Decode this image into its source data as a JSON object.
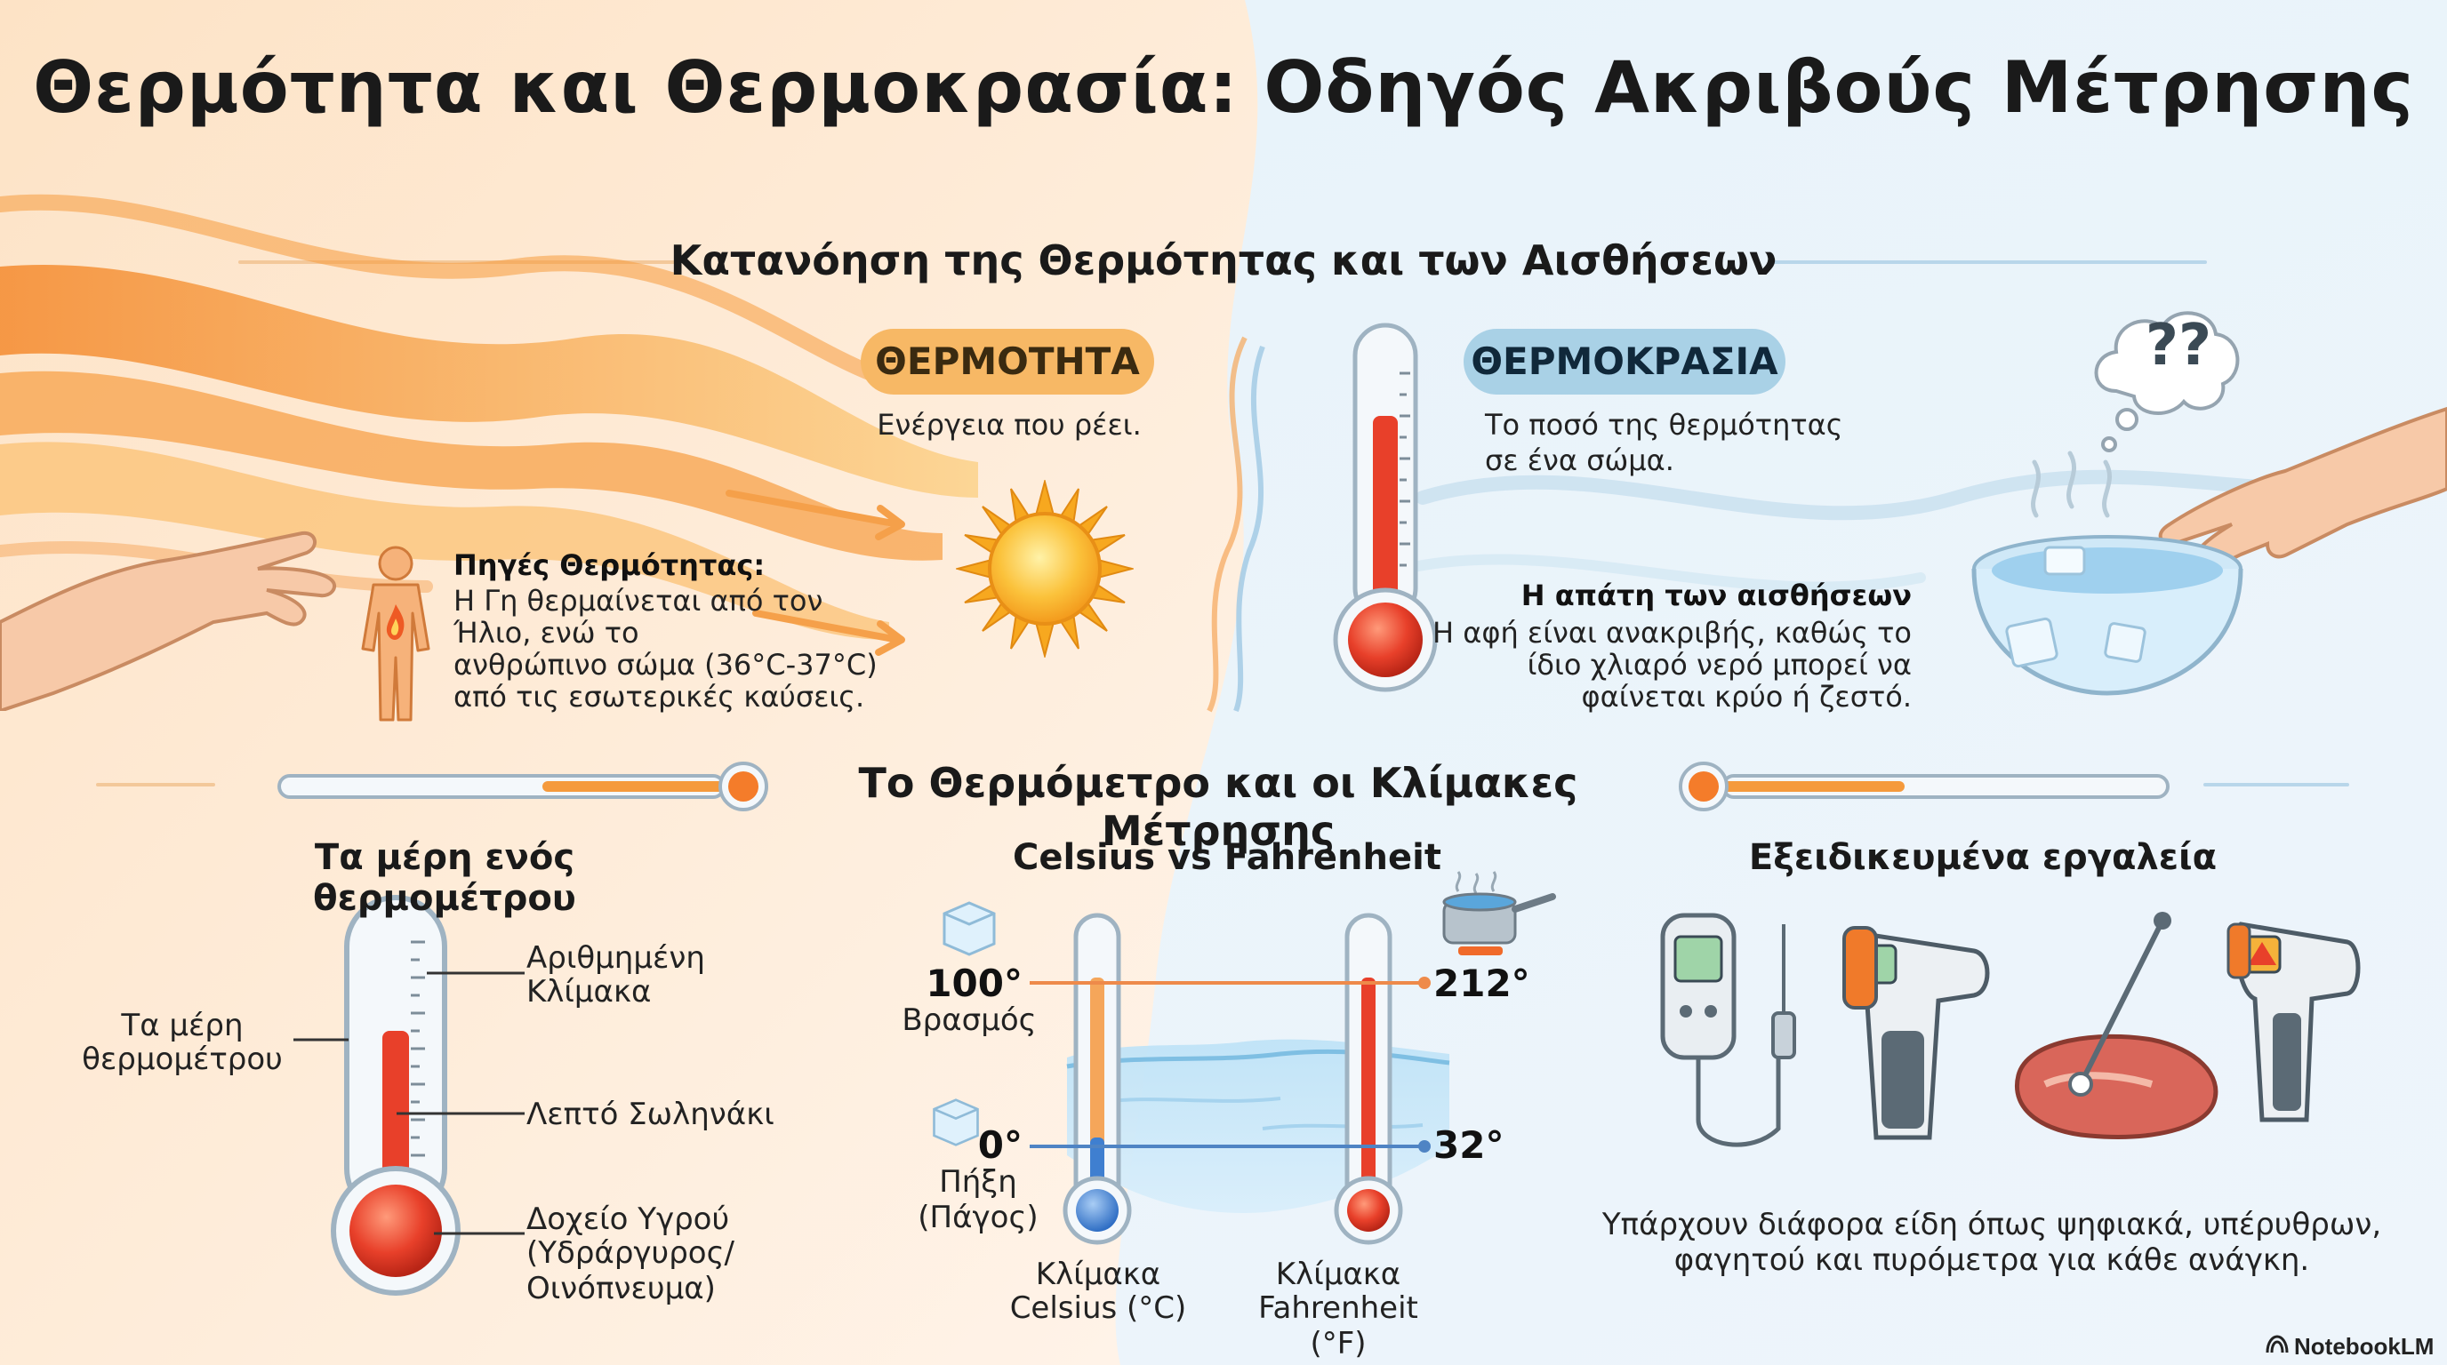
{
  "title": "Θερμότητα και Θερμοκρασία: Οδηγός Ακριβούς Μέτρησης",
  "section1": {
    "title": "Κατανόηση της Θερμότητας και των Αισθήσεων",
    "heat_pill": "ΘΕΡΜΟΤΗΤΑ",
    "heat_desc": "Ενέργεια που ρέει.",
    "temp_pill": "ΘΕΡΜΟΚΡΑΣΙΑ",
    "temp_desc_1": "Το ποσό της θερμότητας",
    "temp_desc_2": "σε ένα σώμα.",
    "sources_title": "Πηγές Θερμότητας:",
    "sources_lines": [
      "Η Γη θερμαίνεται από τον",
      "Ήλιο, ενώ το",
      "ανθρώπινο σώμα (36°C-37°C)",
      "από τις εσωτερικές καύσεις."
    ],
    "illusion_title": "Η απάτη των αισθήσεων",
    "illusion_lines": [
      "Η αφή είναι ανακριβής, καθώς το",
      "ίδιο χλιαρό νερό μπορεί να",
      "φαίνεται κρύο ή ζεστό."
    ],
    "thought_text": "??"
  },
  "section2": {
    "title": "Το Θερμόμετρο και οι Κλίμακες Μέτρησης",
    "parts": {
      "title": "Τα μέρη ενός θερμομέτρου",
      "left_label": [
        "Τα μέρη",
        "θερμομέτρου"
      ],
      "scale_label": [
        "Αριθμημένη",
        "Κλίμακα"
      ],
      "tube_label": [
        "Λεπτό Σωληνάκι"
      ],
      "bulb_label": [
        "Δοχείο Υγρού",
        "(Υδράργυρος/Οινόπνευμα)"
      ]
    },
    "cf": {
      "title": "Celsius vs Fahrenheit",
      "c_boil": "100°",
      "c_boil_label": "Βρασμός",
      "c_freeze": "0°",
      "c_freeze_label": [
        "Πήξη",
        "(Πάγος)"
      ],
      "f_boil": "212°",
      "f_freeze": "32°",
      "c_scale": [
        "Κλίμακα",
        "Celsius (°C)"
      ],
      "f_scale": [
        "Κλίμακα",
        "Fahrenheit (°F)"
      ]
    },
    "tools": {
      "title": "Εξειδικευμένα εργαλεία",
      "desc": [
        "Υπάρχουν διάφορα είδη όπως ψηφιακά, υπέρυθρων,",
        "φαγητού και πυρόμετρα για κάθε ανάγκη."
      ]
    }
  },
  "brand": "NotebookLM",
  "colors": {
    "warm_bg": "#fde9d4",
    "cool_bg": "#e3f0f8",
    "mercury": "#e8402a",
    "flame": "#f59a3c",
    "celsius_blue": "#3f7fd0",
    "pill_warm": "#f7b865",
    "pill_cool": "#a9d1e6"
  },
  "icons": [
    "sun-icon",
    "hand-icon",
    "human-body-icon",
    "thermometer-icon",
    "thought-bubble-icon",
    "water-bowl-icon",
    "ice-cube-icon",
    "boiling-pot-icon",
    "digital-thermometer-icon",
    "infrared-gun-icon",
    "meat-probe-icon",
    "pyrometer-icon",
    "notebooklm-logo-icon"
  ]
}
